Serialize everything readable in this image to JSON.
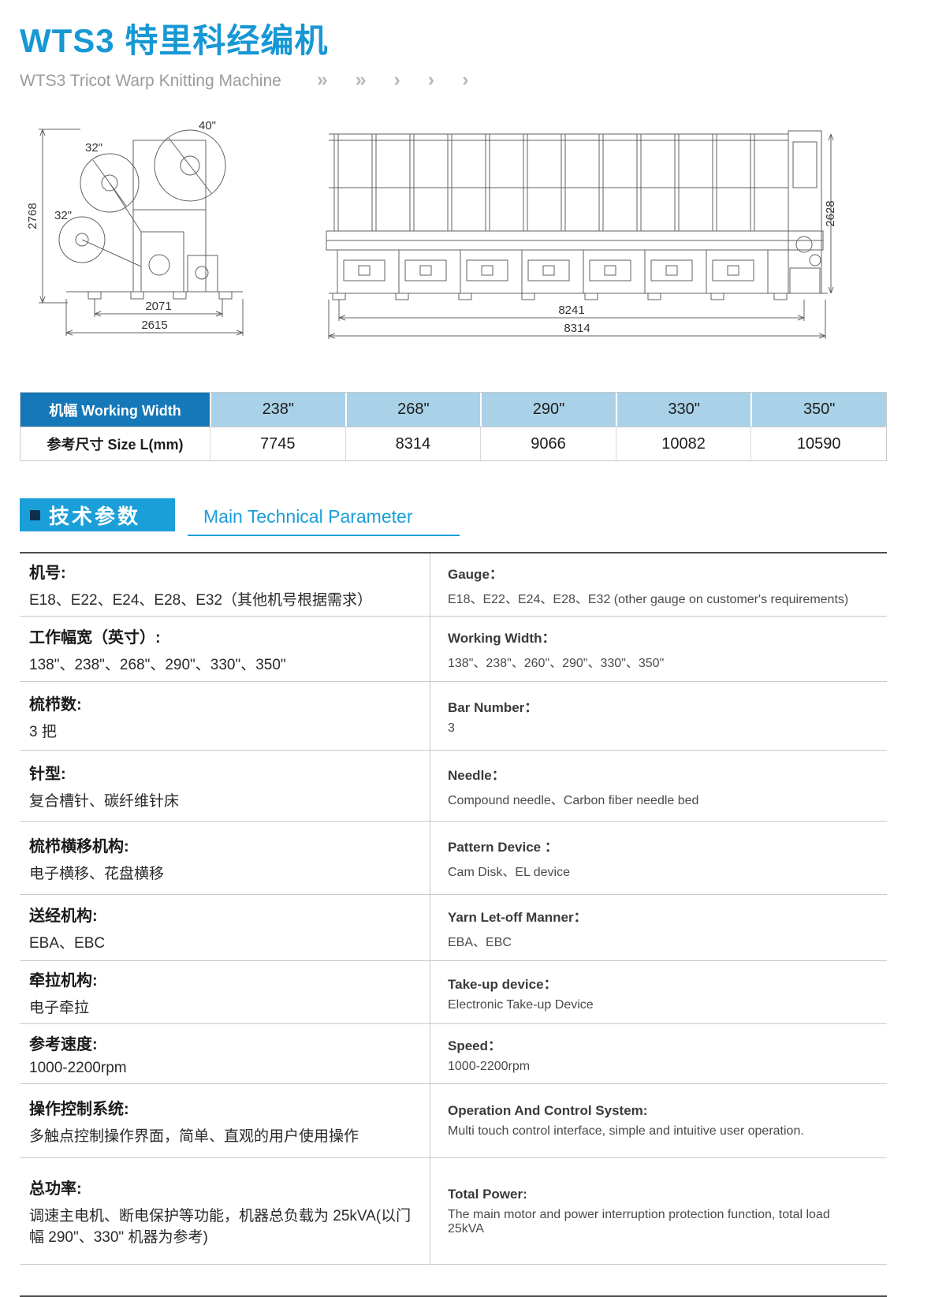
{
  "header": {
    "title": "WTS3 特里科经编机",
    "subtitle": "WTS3 Tricot Warp Knitting Machine",
    "chevrons": "»  »  ›  ›  ›"
  },
  "drawings": {
    "side": {
      "beam_top": "40\"",
      "beam_mid": "32\"",
      "beam_low": "32\"",
      "dim_height": "2768",
      "dim_width_inner": "2071",
      "dim_width_outer": "2615"
    },
    "front": {
      "dim_height": "2628",
      "dim_width_inner": "8241",
      "dim_width_outer": "8314"
    }
  },
  "width_table": {
    "header_label": "机幅 Working Width",
    "row_label": "参考尺寸 Size L(mm)",
    "widths": [
      "238\"",
      "268\"",
      "290\"",
      "330\"",
      "350\""
    ],
    "sizes": [
      "7745",
      "8314",
      "9066",
      "10082",
      "10590"
    ]
  },
  "section_header": {
    "cn": "技术参数",
    "en": "Main Technical Parameter"
  },
  "spec_table": {
    "rows": [
      {
        "cn_label": "机号:",
        "cn_value": "E18、E22、E24、E28、E32（其他机号根据需求）",
        "en_label": "Gauge：",
        "en_value": "E18、E22、E24、E28、E32 (other gauge on customer's requirements)"
      },
      {
        "cn_label": "工作幅宽（英寸）:",
        "cn_value": "138\"、238\"、268\"、290\"、330\"、350\"",
        "en_label": "Working Width：",
        "en_value": "138\"、238\"、260\"、290\"、330\"、350\""
      },
      {
        "cn_label": "梳栉数:",
        "cn_value": "3 把",
        "en_label": "Bar Number：",
        "en_value": "3"
      },
      {
        "cn_label": "针型:",
        "cn_value": "复合槽针、碳纤维针床",
        "en_label": "Needle：",
        "en_value": "Compound needle、Carbon fiber needle bed"
      },
      {
        "cn_label": "梳栉横移机构:",
        "cn_value": "电子横移、花盘横移",
        "en_label": "Pattern Device ：",
        "en_value": "Cam Disk、EL device"
      },
      {
        "cn_label": "送经机构:",
        "cn_value": "EBA、EBC",
        "en_label": "Yarn Let-off Manner：",
        "en_value": "EBA、EBC"
      },
      {
        "cn_label": "牵拉机构:",
        "cn_value": "电子牵拉",
        "en_label": "Take-up device：",
        "en_value": "Electronic Take-up Device"
      },
      {
        "cn_label": "参考速度:",
        "cn_value": "1000-2200rpm",
        "en_label": "Speed：",
        "en_value": "1000-2200rpm"
      },
      {
        "cn_label": "操作控制系统:",
        "cn_value": "多触点控制操作界面，简单、直观的用户使用操作",
        "en_label": "Operation And Control System:",
        "en_value": "Multi touch control interface, simple and intuitive user operation."
      },
      {
        "cn_label": "总功率:",
        "cn_value": "调速主电机、断电保护等功能，机器总负载为 25kVA(以门幅 290\"、330\" 机器为参考)",
        "en_label": "Total Power:",
        "en_value": "The main motor and power interruption protection function, total load 25kVA"
      }
    ]
  }
}
